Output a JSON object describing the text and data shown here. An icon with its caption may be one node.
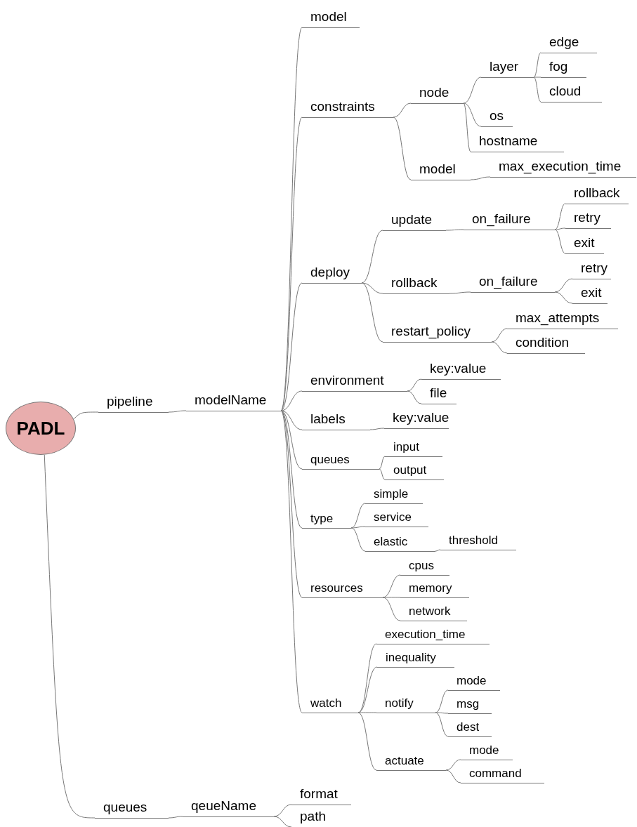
{
  "diagram": {
    "nodes": [
      {
        "text": [
          "PADL"
        ]
      },
      {
        "text": [
          "pipeline"
        ]
      },
      {
        "text": [
          "modelName"
        ]
      },
      {
        "text": [
          "model"
        ]
      },
      {
        "text": [
          "constraints"
        ]
      },
      {
        "text": [
          "node"
        ]
      },
      {
        "text": [
          "layer"
        ]
      },
      {
        "text": [
          "edge"
        ]
      },
      {
        "text": [
          "fog"
        ]
      },
      {
        "text": [
          "cloud"
        ]
      },
      {
        "text": [
          "os"
        ]
      },
      {
        "text": [
          "hostname"
        ]
      },
      {
        "text": [
          "model"
        ]
      },
      {
        "text": [
          "max_execution_time"
        ]
      },
      {
        "text": [
          "deploy"
        ]
      },
      {
        "text": [
          "update"
        ]
      },
      {
        "text": [
          "on_failure"
        ]
      },
      {
        "text": [
          "rollback"
        ]
      },
      {
        "text": [
          "retry"
        ]
      },
      {
        "text": [
          "exit"
        ]
      },
      {
        "text": [
          "rollback"
        ]
      },
      {
        "text": [
          "on_failure"
        ]
      },
      {
        "text": [
          "retry"
        ]
      },
      {
        "text": [
          "exit"
        ]
      },
      {
        "text": [
          "restart_policy"
        ]
      },
      {
        "text": [
          "max_attempts"
        ]
      },
      {
        "text": [
          "condition"
        ]
      },
      {
        "text": [
          "environment"
        ]
      },
      {
        "text": [
          "key:value"
        ]
      },
      {
        "text": [
          "file"
        ]
      },
      {
        "text": [
          "labels"
        ]
      },
      {
        "text": [
          "key:value"
        ]
      },
      {
        "text": [
          "queues"
        ]
      },
      {
        "text": [
          "input"
        ]
      },
      {
        "text": [
          "output"
        ]
      },
      {
        "text": [
          "type"
        ]
      },
      {
        "text": [
          "simple"
        ]
      },
      {
        "text": [
          "service"
        ]
      },
      {
        "text": [
          "elastic"
        ]
      },
      {
        "text": [
          "threshold"
        ]
      },
      {
        "text": [
          "resources"
        ]
      },
      {
        "text": [
          "cpus"
        ]
      },
      {
        "text": [
          "memory"
        ]
      },
      {
        "text": [
          "network"
        ]
      },
      {
        "text": [
          "watch"
        ]
      },
      {
        "text": [
          "execution_time"
        ]
      },
      {
        "text": [
          "inequality"
        ]
      },
      {
        "text": [
          "notify"
        ]
      },
      {
        "text": [
          "mode"
        ]
      },
      {
        "text": [
          "msg"
        ]
      },
      {
        "text": [
          "dest"
        ]
      },
      {
        "text": [
          "actuate"
        ]
      },
      {
        "text": [
          "mode"
        ]
      },
      {
        "text": [
          "command"
        ]
      },
      {
        "text": [
          "queues"
        ]
      },
      {
        "text": [
          "qeueName"
        ]
      },
      {
        "text": [
          "format"
        ]
      },
      {
        "text": [
          "path"
        ]
      }
    ],
    "edges": [
      {
        "from": 0,
        "to": 1,
        "arrow": "none"
      },
      {
        "from": 1,
        "to": 2,
        "arrow": "none"
      },
      {
        "from": 2,
        "to": 3,
        "arrow": "none"
      },
      {
        "from": 2,
        "to": 4,
        "arrow": "none"
      },
      {
        "from": 4,
        "to": 5,
        "arrow": "none"
      },
      {
        "from": 5,
        "to": 6,
        "arrow": "none"
      },
      {
        "from": 6,
        "to": 7,
        "arrow": "none"
      },
      {
        "from": 6,
        "to": 8,
        "arrow": "none"
      },
      {
        "from": 6,
        "to": 9,
        "arrow": "none"
      },
      {
        "from": 5,
        "to": 10,
        "arrow": "none"
      },
      {
        "from": 5,
        "to": 11,
        "arrow": "none"
      },
      {
        "from": 4,
        "to": 12,
        "arrow": "none"
      },
      {
        "from": 12,
        "to": 13,
        "arrow": "none"
      },
      {
        "from": 2,
        "to": 14,
        "arrow": "none"
      },
      {
        "from": 14,
        "to": 15,
        "arrow": "none"
      },
      {
        "from": 15,
        "to": 16,
        "arrow": "none"
      },
      {
        "from": 16,
        "to": 17,
        "arrow": "none"
      },
      {
        "from": 16,
        "to": 18,
        "arrow": "none"
      },
      {
        "from": 16,
        "to": 19,
        "arrow": "none"
      },
      {
        "from": 14,
        "to": 20,
        "arrow": "none"
      },
      {
        "from": 20,
        "to": 21,
        "arrow": "none"
      },
      {
        "from": 21,
        "to": 22,
        "arrow": "none"
      },
      {
        "from": 21,
        "to": 23,
        "arrow": "none"
      },
      {
        "from": 14,
        "to": 24,
        "arrow": "none"
      },
      {
        "from": 24,
        "to": 25,
        "arrow": "none"
      },
      {
        "from": 24,
        "to": 26,
        "arrow": "none"
      },
      {
        "from": 2,
        "to": 27,
        "arrow": "none"
      },
      {
        "from": 27,
        "to": 28,
        "arrow": "none"
      },
      {
        "from": 27,
        "to": 29,
        "arrow": "none"
      },
      {
        "from": 2,
        "to": 30,
        "arrow": "none"
      },
      {
        "from": 30,
        "to": 31,
        "arrow": "none"
      },
      {
        "from": 2,
        "to": 32,
        "arrow": "none"
      },
      {
        "from": 32,
        "to": 33,
        "arrow": "none"
      },
      {
        "from": 32,
        "to": 34,
        "arrow": "none"
      },
      {
        "from": 2,
        "to": 35,
        "arrow": "none"
      },
      {
        "from": 35,
        "to": 36,
        "arrow": "none"
      },
      {
        "from": 35,
        "to": 37,
        "arrow": "none"
      },
      {
        "from": 35,
        "to": 38,
        "arrow": "none"
      },
      {
        "from": 38,
        "to": 39,
        "arrow": "none"
      },
      {
        "from": 2,
        "to": 40,
        "arrow": "none"
      },
      {
        "from": 40,
        "to": 41,
        "arrow": "none"
      },
      {
        "from": 40,
        "to": 42,
        "arrow": "none"
      },
      {
        "from": 40,
        "to": 43,
        "arrow": "none"
      },
      {
        "from": 2,
        "to": 44,
        "arrow": "none"
      },
      {
        "from": 44,
        "to": 45,
        "arrow": "none"
      },
      {
        "from": 44,
        "to": 46,
        "arrow": "none"
      },
      {
        "from": 44,
        "to": 47,
        "arrow": "none"
      },
      {
        "from": 47,
        "to": 48,
        "arrow": "none"
      },
      {
        "from": 47,
        "to": 49,
        "arrow": "none"
      },
      {
        "from": 47,
        "to": 50,
        "arrow": "none"
      },
      {
        "from": 44,
        "to": 51,
        "arrow": "none"
      },
      {
        "from": 51,
        "to": 52,
        "arrow": "none"
      },
      {
        "from": 51,
        "to": 53,
        "arrow": "none"
      },
      {
        "from": 0,
        "to": 54,
        "arrow": "none"
      },
      {
        "from": 54,
        "to": 55,
        "arrow": "none"
      },
      {
        "from": 55,
        "to": 56,
        "arrow": "none"
      },
      {
        "from": 55,
        "to": 57,
        "arrow": "none"
      }
    ]
  }
}
